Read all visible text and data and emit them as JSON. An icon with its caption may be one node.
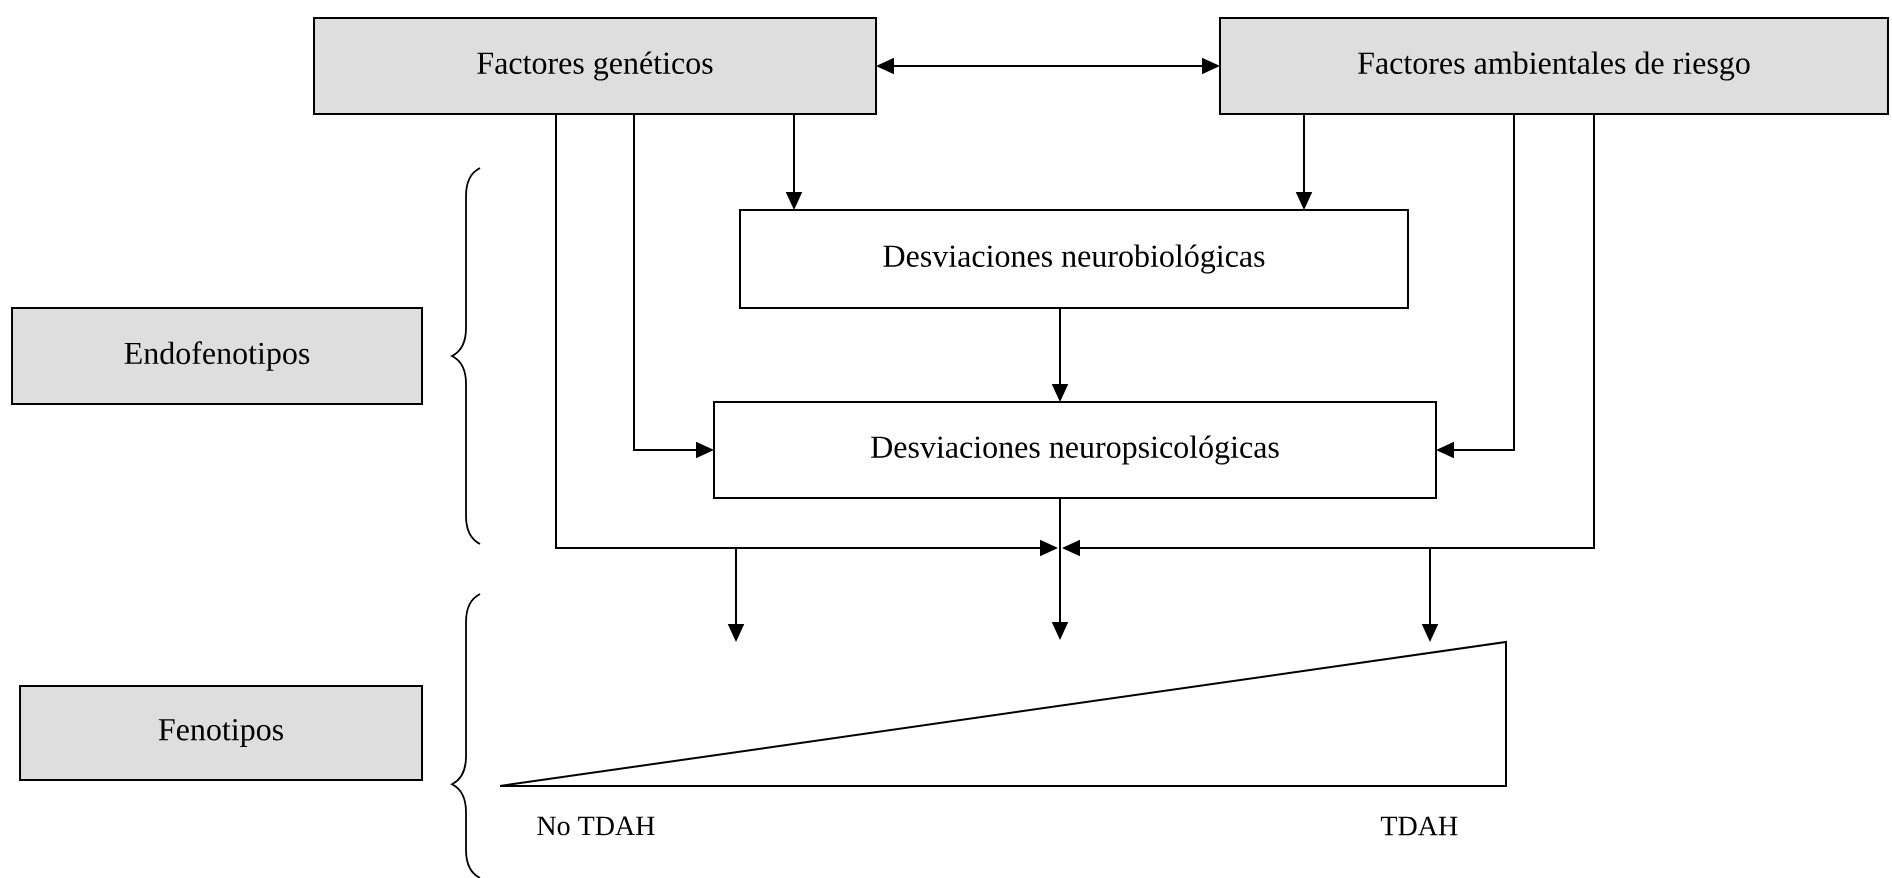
{
  "diagram": {
    "nodes": [
      {
        "text": [
          "Factores genéticos"
        ]
      },
      {
        "text": [
          "Factores ambientales de riesgo"
        ]
      },
      {
        "text": [
          "Desviaciones neurobiológicas"
        ]
      },
      {
        "text": [
          "Desviaciones neuropsicológicas"
        ]
      },
      {
        "text": [
          "Endofenotipos"
        ]
      },
      {
        "text": [
          "Fenotipos"
        ]
      },
      {
        "text": [],
        "shape": "triangle"
      }
    ],
    "edges": [
      {
        "from": 0,
        "to": 1,
        "arrow": "both"
      },
      {
        "from": 0,
        "to": 2,
        "arrow": "to"
      },
      {
        "from": 1,
        "to": 2,
        "arrow": "to"
      },
      {
        "from": 2,
        "to": 3,
        "arrow": "to"
      },
      {
        "from": 0,
        "to": 3,
        "arrow": "to"
      },
      {
        "from": 1,
        "to": 3,
        "arrow": "to"
      },
      {
        "from": 0,
        "to": 6,
        "arrow": "to"
      },
      {
        "from": 1,
        "to": 6,
        "arrow": "to"
      },
      {
        "from": 3,
        "to": 6,
        "arrow": "to"
      }
    ],
    "labels": [
      "No TDAH",
      "TDAH"
    ]
  }
}
